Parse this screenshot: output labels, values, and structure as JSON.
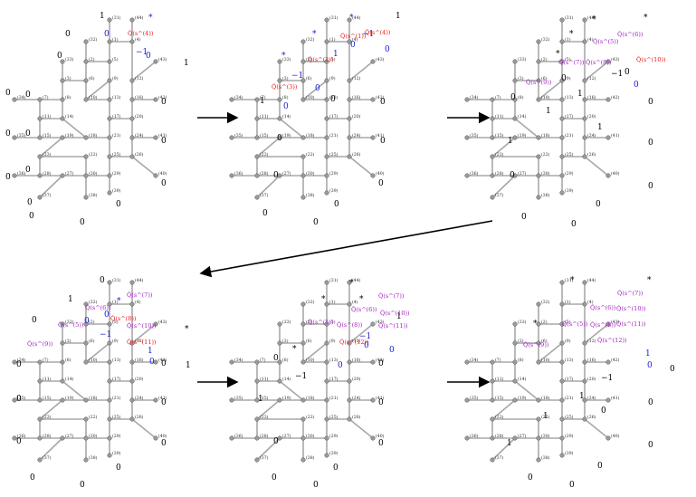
{
  "figure": {
    "colors": {
      "edge": "#a8a8a8",
      "node": "#9a9a9a",
      "black": "#000000",
      "blue": "#1a1ad6",
      "red": "#e31a1a",
      "purple": "#a020c0"
    },
    "node_labels": [
      "(1)",
      "(2)",
      "(3)",
      "(4)",
      "(5)",
      "(6)",
      "(7)",
      "(8)",
      "(9)",
      "(10)",
      "(11)",
      "(12)",
      "(13)",
      "(14)",
      "(15)",
      "(16)",
      "(17)",
      "(18)",
      "(19)",
      "(20)",
      "(21)",
      "(22)",
      "(23)",
      "(24)",
      "(25)",
      "(26)",
      "(27)",
      "(28)",
      "(29)",
      "(30)",
      "(31)",
      "(32)",
      "(33)",
      "(34)",
      "(35)",
      "(36)",
      "(37)",
      "(38)",
      "(39)",
      "(40)",
      "(41)",
      "(42)",
      "(43)",
      "(44)"
    ],
    "q_symbols": [
      "Q̂(s^(4))",
      "Q̂(s^(1))",
      "Q̂(s^(2))",
      "Q̂(s^(3))",
      "Q̂(s^(5))",
      "Q̂(s^(6))",
      "Q̂(s^(7))",
      "Q̂(s^(8))",
      "Q̂(s^(9))",
      "Q̂(s^(10))",
      "Q̂(s^(11))",
      "Q̂(s^(12))"
    ],
    "values": [
      "0",
      "1",
      "−1",
      "*"
    ],
    "panels": [
      {
        "id": "panel-1"
      },
      {
        "id": "panel-2"
      },
      {
        "id": "panel-3"
      },
      {
        "id": "panel-4"
      },
      {
        "id": "panel-5"
      },
      {
        "id": "panel-6"
      }
    ]
  }
}
